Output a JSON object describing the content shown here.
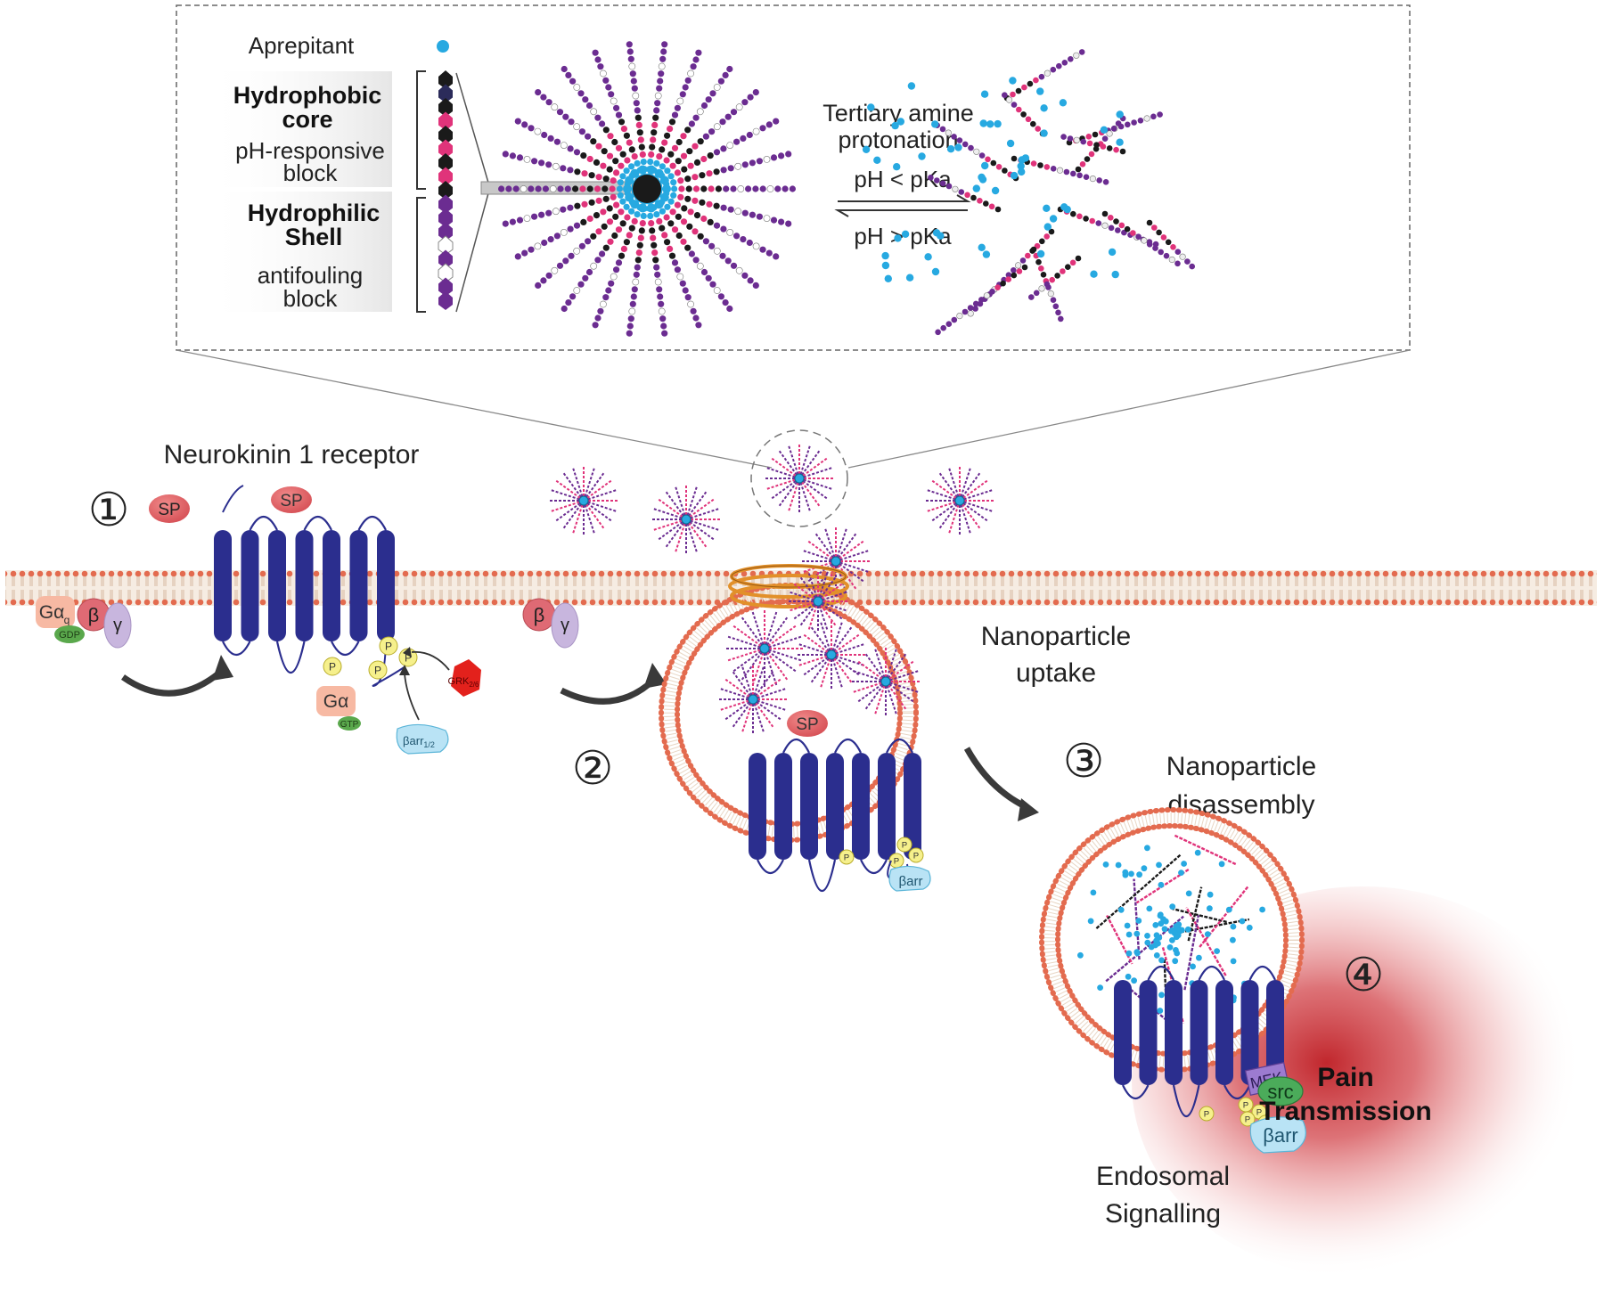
{
  "legend": {
    "aprepitant": "Aprepitant",
    "core_title_1": "Hydrophobic",
    "core_title_2": "core",
    "core_sub_1": "pH-responsive",
    "core_sub_2": "block",
    "shell_title_1": "Hydrophilic",
    "shell_title_2": "Shell",
    "shell_sub_1": "antifouling",
    "shell_sub_2": "block"
  },
  "equilibrium": {
    "line1": "Tertiary amine",
    "line2": "protonation",
    "forward": "pH < pKa",
    "reverse": "pH > pKa"
  },
  "receptor_title": "Neurokinin 1 receptor",
  "steps": {
    "s1": "①",
    "s2": "②",
    "s3": "③",
    "s4": "④"
  },
  "uptake": {
    "line1": "Nanoparticle",
    "line2": "uptake"
  },
  "disassembly": {
    "line1": "Nanoparticle",
    "line2": "disassembly"
  },
  "endosomal": {
    "line1": "Endosomal",
    "line2": "Signalling"
  },
  "pain": {
    "line1": "Pain",
    "line2": "Transmission"
  },
  "proteins": {
    "sp": "SP",
    "galpha_q": "Gα",
    "galpha_q_sub": "q",
    "beta": "β",
    "gamma": "γ",
    "gdp": "GDP",
    "galpha": "Gα",
    "gtp": "GTP",
    "p": "P",
    "grk": "GRK",
    "grk_sub": "2/6",
    "barr": "βarr",
    "barr_sub": "1/2",
    "mek": "MEK",
    "src": "src"
  },
  "colors": {
    "receptor": "#2b2e8e",
    "membrane": "#e36b4f",
    "membrane_fill": "#f4e4d6",
    "purple": "#6b2c91",
    "pink": "#e0337a",
    "black": "#1a1a1a",
    "drug": "#27a9e1",
    "clathrin": "#e2902a",
    "pain": "#c1272d"
  }
}
